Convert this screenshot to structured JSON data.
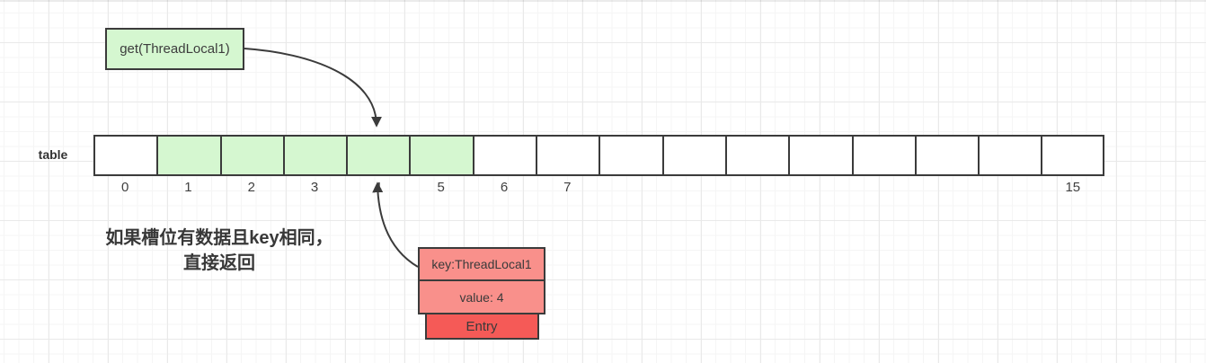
{
  "colors": {
    "line": "#3b3b3b",
    "green-fill": "#d5f7d0",
    "salmon-fill": "#f9908b",
    "red-fill": "#f55a57",
    "text-dark": "#3d3d3d",
    "grid-minor": "#f5f5f5",
    "grid-major": "#e9e9e9",
    "canvas-bg": "#ffffff"
  },
  "get_box": {
    "label": "get(ThreadLocal1)"
  },
  "table": {
    "title": "table",
    "cells": [
      {
        "index": 0,
        "label": "0",
        "highlighted": false
      },
      {
        "index": 1,
        "label": "1",
        "highlighted": true
      },
      {
        "index": 2,
        "label": "2",
        "highlighted": true
      },
      {
        "index": 3,
        "label": "3",
        "highlighted": true
      },
      {
        "index": 4,
        "label": "4",
        "highlighted": true
      },
      {
        "index": 5,
        "label": "5",
        "highlighted": true
      },
      {
        "index": 6,
        "label": "6",
        "highlighted": false
      },
      {
        "index": 7,
        "label": "7",
        "highlighted": false
      },
      {
        "index": 8,
        "label": "",
        "highlighted": false
      },
      {
        "index": 9,
        "label": "",
        "highlighted": false
      },
      {
        "index": 10,
        "label": "",
        "highlighted": false
      },
      {
        "index": 11,
        "label": "",
        "highlighted": false
      },
      {
        "index": 12,
        "label": "",
        "highlighted": false
      },
      {
        "index": 13,
        "label": "",
        "highlighted": false
      },
      {
        "index": 14,
        "label": "",
        "highlighted": false
      },
      {
        "index": 15,
        "label": "15",
        "highlighted": false
      }
    ]
  },
  "annotation": {
    "line1": "如果槽位有数据且key相同，",
    "line2": "直接返回"
  },
  "entry_box": {
    "key": "key:ThreadLocal1",
    "value": "value: 4",
    "title": "Entry"
  },
  "arrows": [
    {
      "name": "get-to-slot4",
      "from": "get(ThreadLocal1)",
      "to": "slot 4 top"
    },
    {
      "name": "entry-to-slot4",
      "from": "Entry key box",
      "to": "slot 4 bottom"
    }
  ]
}
